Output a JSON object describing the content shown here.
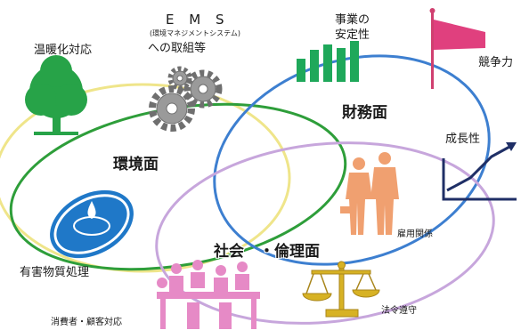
{
  "labels": {
    "global_warming": "温暖化対応",
    "ems_title": "E M S",
    "ems_sub": "(環境マネジメントシステム)",
    "ems_effort": "への取組等",
    "business_stability_1": "事業の",
    "business_stability_2": "安定性",
    "competitiveness": "競争力",
    "finance": "財務面",
    "growth": "成長性",
    "environment": "環境面",
    "employment": "雇用関係",
    "hazardous": "有害物質処理",
    "social_ethics": "社会　・倫理面",
    "consumer": "消費者・顧客対応",
    "compliance": "法令遵守"
  },
  "icons": {
    "tree": "tree-icon",
    "gears": "gears-icon",
    "bars": "bar-chart-icon",
    "flag": "flag-icon",
    "growth": "growth-arrow-icon",
    "water": "water-drop-icon",
    "people": "business-people-icon",
    "meeting": "meeting-icon",
    "scales": "scales-icon"
  },
  "colors": {
    "environment_ring": "#2e9e3a",
    "yellow_ring": "#efe58a",
    "finance_ring": "#3d7fd0",
    "social_ring": "#c7a6dc",
    "tree": "#27a348",
    "gears": "#9a9a9a",
    "bars": "#1fa85a",
    "flag": "#e0407e",
    "water": "#1f78c8",
    "people": "#f0a070",
    "meeting": "#e68ac6",
    "scales": "#d7b224"
  }
}
